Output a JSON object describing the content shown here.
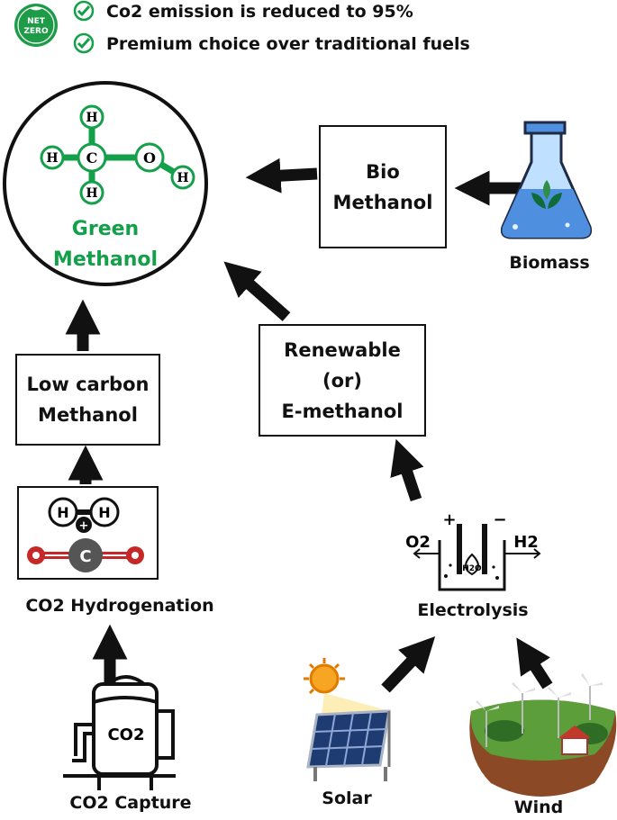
{
  "header": {
    "badge_line1": "NET",
    "badge_line2": "ZERO",
    "bullets": [
      "Co2 emission is reduced to 95%",
      "Premium choice over traditional fuels"
    ]
  },
  "center": {
    "line1": "Green",
    "line2": "Methanol",
    "atoms": {
      "h": "H",
      "c": "C",
      "o": "O"
    }
  },
  "nodes": {
    "bio_methanol": [
      "Bio",
      "Methanol"
    ],
    "renewable": [
      "Renewable",
      "(or)",
      "E-methanol"
    ],
    "low_carbon": [
      "Low carbon",
      "Methanol"
    ],
    "biomass": "Biomass",
    "co2_hydrogenation": "CO2 Hydrogenation",
    "co2_capture": "CO2 Capture",
    "electrolysis": "Electrolysis",
    "solar": "Solar",
    "wind": "Wind"
  },
  "electrolysis_icon": {
    "plus": "+",
    "minus": "−",
    "o2": "O2",
    "h2": "H2",
    "h2o": "H2O"
  },
  "tank_label": "CO2",
  "molecule_labels": {
    "h": "H",
    "plus": "+",
    "c": "C"
  },
  "colors": {
    "green": "#14a04a",
    "black": "#111111",
    "badge": "#1e9b46",
    "flask": "#4f8fe0"
  }
}
